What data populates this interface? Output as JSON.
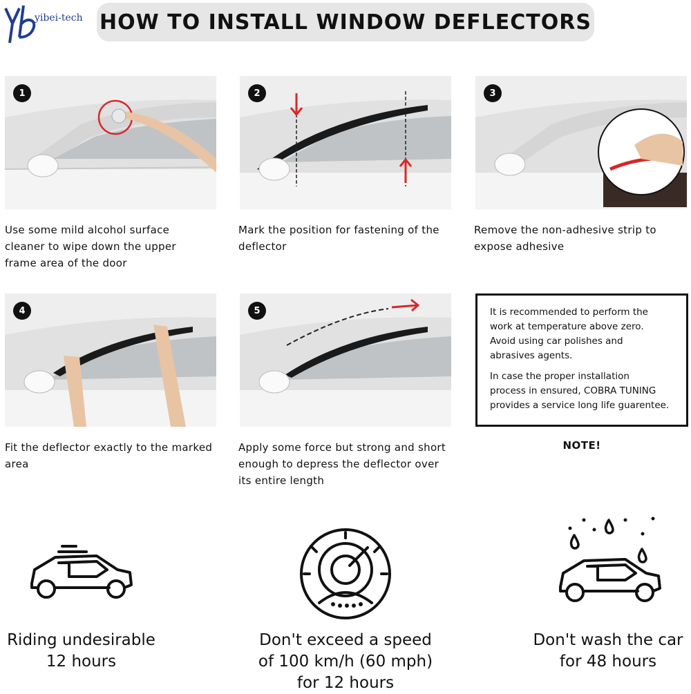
{
  "header": {
    "logo_text": "yibei-tech",
    "title": "HOW TO INSTALL WINDOW DEFLECTORS"
  },
  "steps": [
    {
      "number": "1",
      "caption": [
        "Use some mild alcohol surface",
        "cleaner to wipe down the upper",
        "frame area of the door"
      ]
    },
    {
      "number": "2",
      "caption": [
        "Mark the position for fastening of the",
        "deflector"
      ]
    },
    {
      "number": "3",
      "caption": [
        "Remove the non-adhesive strip to",
        "expose adhesive"
      ]
    },
    {
      "number": "4",
      "caption": [
        "Fit the deflector exactly to the marked",
        "area"
      ]
    },
    {
      "number": "5",
      "caption": [
        "Apply some force but strong and short",
        "enough to depress the deflector over",
        "its entire length"
      ]
    }
  ],
  "note": {
    "paragraphs": [
      [
        "It is recommended to perform the",
        "work at temperature above zero.",
        "Avoid using car polishes and",
        "abrasives agents."
      ],
      [
        "In case the proper installation",
        "process in ensured, COBRA TUNING",
        "provides a service long life guarentee."
      ]
    ],
    "label": "NOTE!"
  },
  "tips": [
    {
      "icon": "car-speed-icon",
      "lines": [
        "Riding undesirable",
        "12 hours"
      ]
    },
    {
      "icon": "speedometer-icon",
      "lines": [
        "Don't exceed a speed",
        "of 100 km/h (60 mph)",
        "for 12 hours"
      ]
    },
    {
      "icon": "car-wash-icon",
      "lines": [
        "Don't wash the car",
        "for 48 hours"
      ]
    }
  ],
  "colors": {
    "accent_red": "#d62828",
    "logo_blue": "#1f3e8f",
    "title_bg": "#e6e6e6",
    "text": "#111111"
  }
}
